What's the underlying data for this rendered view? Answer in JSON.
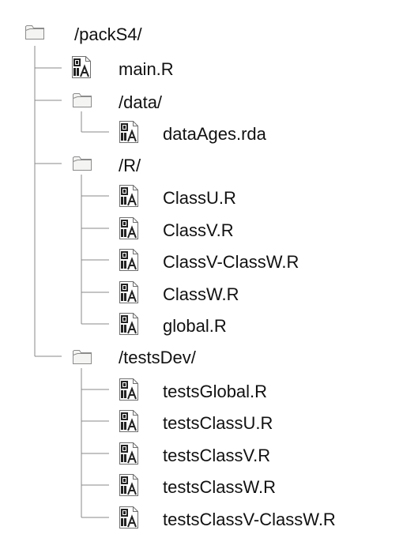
{
  "tree": {
    "root": {
      "label": "/packS4/",
      "icon": "folder-icon"
    },
    "items": [
      {
        "label": "main.R",
        "icon": "r-script-file-icon"
      },
      {
        "label": "/data/",
        "icon": "folder-icon"
      },
      {
        "label": "dataAges.rda",
        "icon": "r-script-file-icon"
      },
      {
        "label": "/R/",
        "icon": "folder-icon"
      },
      {
        "label": "ClassU.R",
        "icon": "r-script-file-icon"
      },
      {
        "label": "ClassV.R",
        "icon": "r-script-file-icon"
      },
      {
        "label": "ClassV-ClassW.R",
        "icon": "r-script-file-icon"
      },
      {
        "label": "ClassW.R",
        "icon": "r-script-file-icon"
      },
      {
        "label": "global.R",
        "icon": "r-script-file-icon"
      },
      {
        "label": "/testsDev/",
        "icon": "folder-icon"
      },
      {
        "label": "testsGlobal.R",
        "icon": "r-script-file-icon"
      },
      {
        "label": "testsClassU.R",
        "icon": "r-script-file-icon"
      },
      {
        "label": "testsClassV.R",
        "icon": "r-script-file-icon"
      },
      {
        "label": "testsClassW.R",
        "icon": "r-script-file-icon"
      },
      {
        "label": "testsClassV-ClassW.R",
        "icon": "r-script-file-icon"
      }
    ]
  },
  "colors": {
    "connector": "#8a8a8a",
    "folder_fill": "#f4f4f2",
    "folder_stroke": "#8c8c8c",
    "file_fill": "#ffffff",
    "file_stroke": "#6f6f6f",
    "file_glyph": "#222222"
  }
}
